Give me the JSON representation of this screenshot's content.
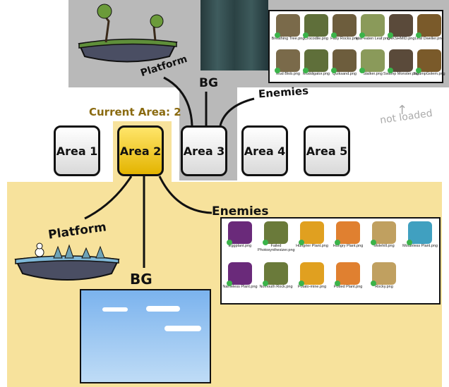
{
  "current_area_label": "Current Area: 2",
  "areas": [
    {
      "label": "Area 1",
      "active": false
    },
    {
      "label": "Area 2",
      "active": true
    },
    {
      "label": "Area 3",
      "active": false
    },
    {
      "label": "Area 4",
      "active": false
    },
    {
      "label": "Area 5",
      "active": false
    }
  ],
  "top_labels": {
    "platform": "Platform",
    "bg": "BG",
    "enemies": "Enemies",
    "not_loaded": "not loaded"
  },
  "bottom_labels": {
    "platform": "Platform",
    "bg": "BG",
    "enemies": "Enemies"
  },
  "top_enemy_files": [
    "Breathing Tree.png",
    "Crocodile.png",
    "Fatty Rocks.png",
    "Half-eaten Leaf.png",
    "LAKSHMID.png",
    "Leaf Dweller.png",
    "Mud Blob.png",
    "Muddigator.png",
    "Quiksand.png",
    "Stalker.png",
    "Swamp Monster.png",
    "SwampGolem.png"
  ],
  "bottom_enemy_files": [
    "Eggplant.png",
    "Failed Photosynthesizer.png",
    "Hungrier Plant.png",
    "Hungry Plant.png",
    "Molehill.png",
    "Mouthless Plant.png",
    "Nameless Plant.png",
    "Nomouth Rock.png",
    "Potato-mine.png",
    "Potted Plant.png",
    "Rocky.png"
  ],
  "colors": {
    "yellow_bg": "#f7e29c",
    "gray_bg": "#b9b9b9",
    "active_button": "#f2c200"
  }
}
